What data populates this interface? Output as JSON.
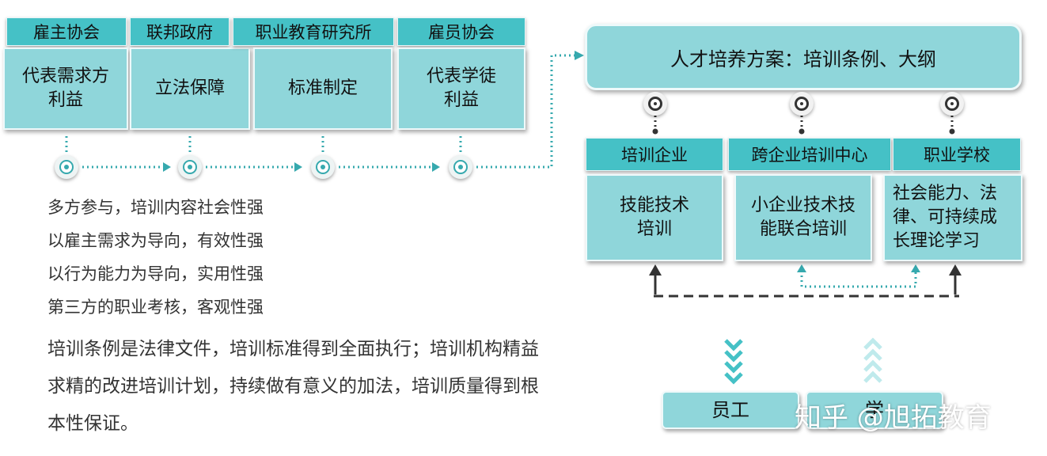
{
  "stakeholders": [
    {
      "header": "雇主协会",
      "body_line1": "代表需求方",
      "body_line2": "利益"
    },
    {
      "header": "联邦政府",
      "body_line1": "立法保障",
      "body_line2": ""
    },
    {
      "header": "职业教育研究所",
      "body_line1": "标准制定",
      "body_line2": ""
    },
    {
      "header": "雇员协会",
      "body_line1": "代表学徒",
      "body_line2": "利益"
    }
  ],
  "points": [
    "多方参与，培训内容社会性强",
    "以雇主需求为导向，有效性强",
    "以行为能力为导向，实用性强",
    "第三方的职业考核，客观性强"
  ],
  "paragraph": "培训条例是法律文件，培训标准得到全面执行；培训机构精益求精的改进培训计划，持续做有意义的加法，培训质量得到根本性保证。",
  "plan": {
    "title": "人才培养方案：培训条例、大纲"
  },
  "venues": [
    {
      "header": "培训企业",
      "body_line1": "技能技术",
      "body_line2": "培训",
      "body_line3": ""
    },
    {
      "header": "跨企业培训中心",
      "body_line1": "小企业技术技",
      "body_line2": "能联合培训",
      "body_line3": ""
    },
    {
      "header": "职业学校",
      "body_line1": "社会能力、法",
      "body_line2": "律、可持续成",
      "body_line3": "长理论学习"
    }
  ],
  "bottom": {
    "employee": "员工",
    "student": "学"
  },
  "watermark": "知乎 @旭拓教育",
  "colors": {
    "header": "#45c1c6",
    "body": "#8fd6da",
    "accent": "#36a9ae"
  }
}
